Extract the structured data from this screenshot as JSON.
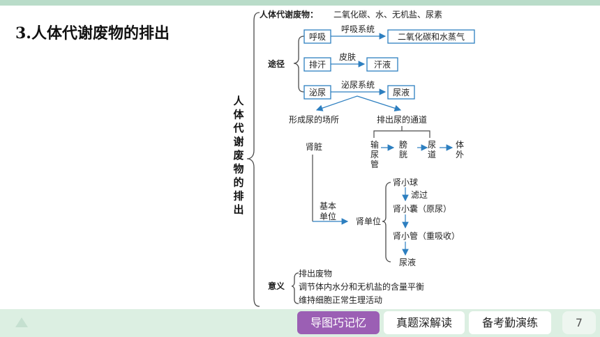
{
  "page": {
    "title": "3.人体代谢废物的排出",
    "nav": [
      "导图巧记忆",
      "真题深解读",
      "备考勤演练"
    ],
    "page_number": "7"
  },
  "diagram": {
    "root_vertical": "人体代谢废物的排出",
    "waste_label": "人体代谢废物：",
    "waste_items": "二氧化碳、水、无机盐、尿素",
    "route_label": "途径",
    "routes": {
      "breath": {
        "node": "呼吸",
        "via": "呼吸系统",
        "out": "二氧化碳和水蒸气"
      },
      "sweat": {
        "node": "排汗",
        "via": "皮肤",
        "out": "汗液"
      },
      "urine": {
        "node": "泌尿",
        "via": "泌尿系统",
        "out": "尿液"
      }
    },
    "form_place": "形成尿的场所",
    "kidney": "肾脏",
    "basic_unit": [
      "基本",
      "单位"
    ],
    "nephron": "肾单位",
    "glomerulus": "肾小球",
    "filter": "滤过",
    "capsule": "肾小囊（原尿）",
    "tubule": "肾小管（重吸收）",
    "urine_final": "尿液",
    "channel_title": "排出尿的通道",
    "channel_steps": [
      "输尿管",
      "膀胱",
      "尿道",
      "体外"
    ],
    "meaning_label": "意义",
    "meaning_items": [
      "排出废物",
      "调节体内水分和无机盐的含量平衡",
      "维持细胞正常生理活动"
    ]
  }
}
